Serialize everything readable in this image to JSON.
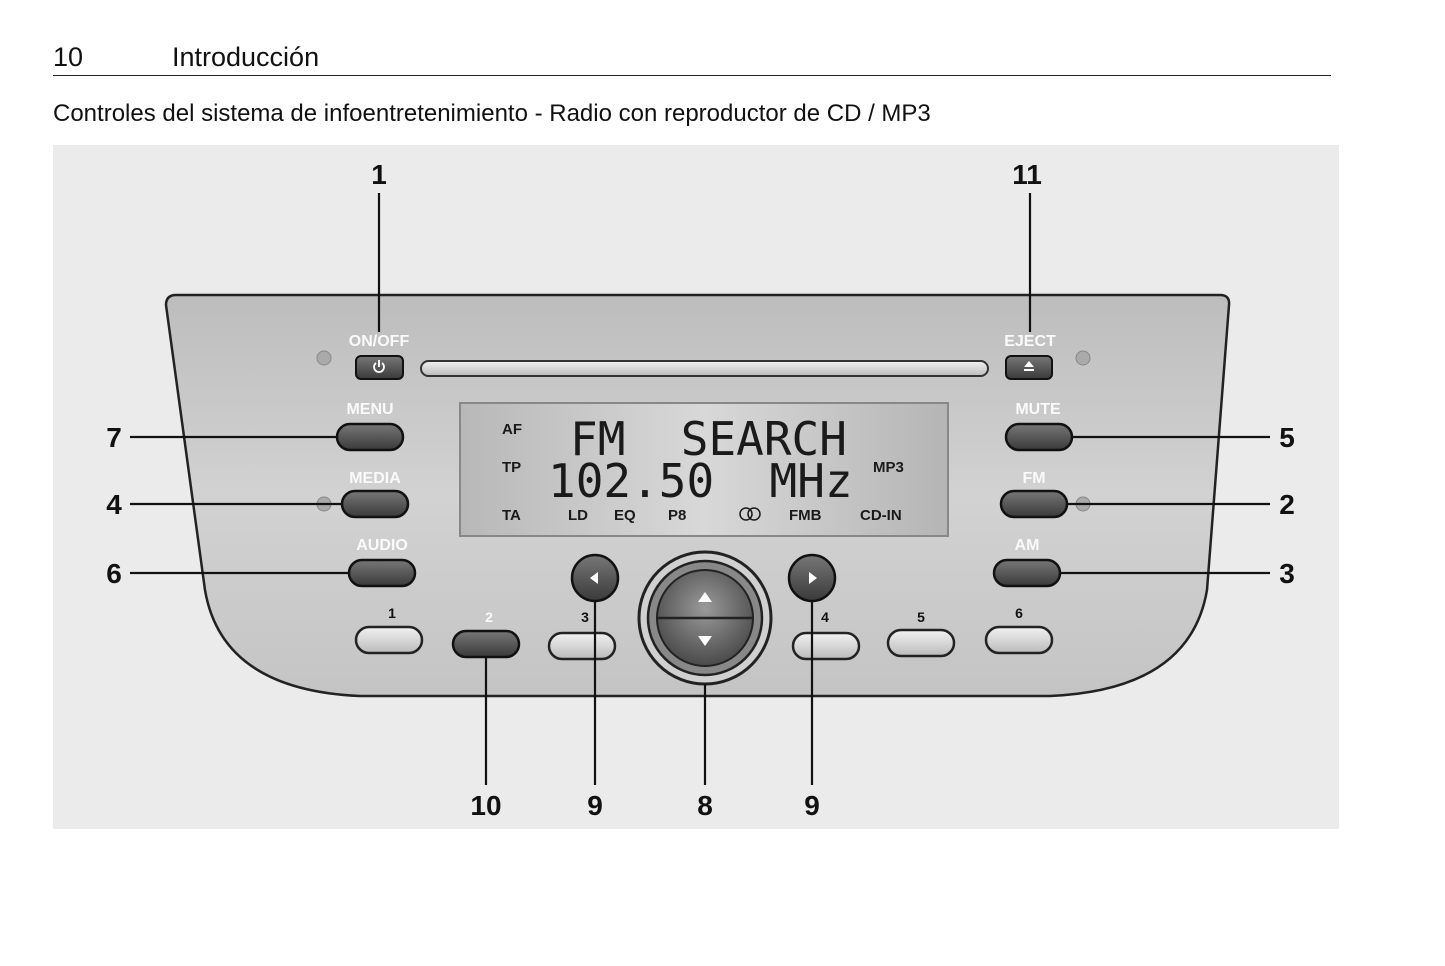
{
  "header": {
    "page_number": "10",
    "section_title": "Introducción"
  },
  "caption": "Controles del sistema de infoentretenimiento - Radio con reproductor de CD / MP3",
  "radio": {
    "buttons": {
      "on_off": "ON/OFF",
      "eject": "EJECT",
      "menu": "MENU",
      "media": "MEDIA",
      "audio": "AUDIO",
      "mute": "MUTE",
      "fm": "FM",
      "am": "AM",
      "presets": [
        "1",
        "2",
        "3",
        "4",
        "5",
        "6"
      ]
    },
    "display": {
      "line1": "FM  SEARCH",
      "line2": "102.50  MHz",
      "indicators": {
        "af": "AF",
        "tp": "TP",
        "ta": "TA",
        "ld": "LD",
        "eq": "EQ",
        "p8": "P8",
        "fmb": "FMB",
        "mp3": "MP3",
        "cd_in": "CD-IN"
      }
    }
  },
  "callouts": {
    "c1": "1",
    "c2": "2",
    "c3": "3",
    "c4": "4",
    "c5": "5",
    "c6": "6",
    "c7": "7",
    "c8": "8",
    "c9a": "9",
    "c9b": "9",
    "c10": "10",
    "c11": "11"
  }
}
